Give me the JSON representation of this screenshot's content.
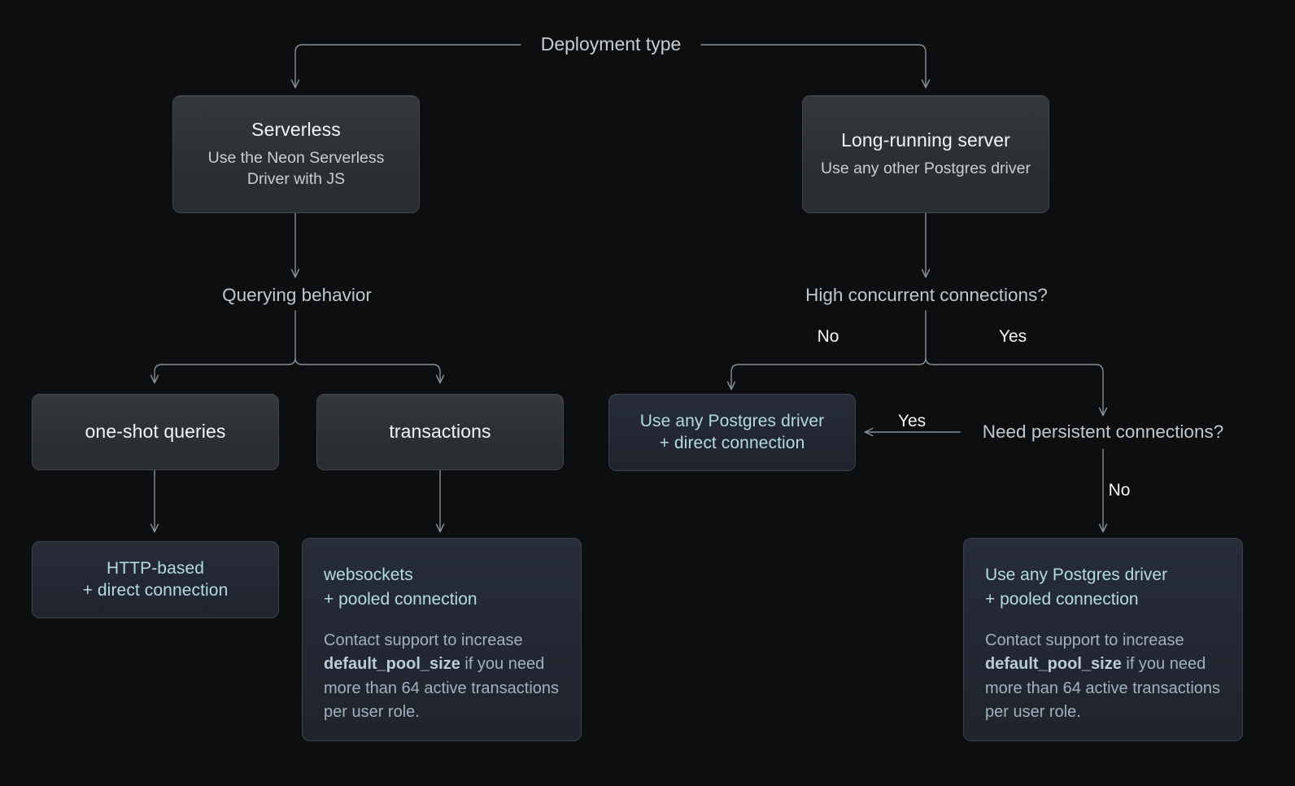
{
  "diagram": {
    "title": "Deployment type",
    "background": "#0d0e10",
    "wire_color": "#7e858c",
    "accent_teal": "#b2dbe3",
    "box_gray": "#2c2f34",
    "box_teal": "#222733"
  },
  "nodes": {
    "serverless": {
      "title": "Serverless",
      "sub": "Use the Neon Serverless Driver with JS"
    },
    "long_running": {
      "title": "Long-running server",
      "sub": "Use any other Postgres driver"
    },
    "one_shot": {
      "title": "one-shot queries"
    },
    "transactions": {
      "title": "transactions"
    },
    "http_direct": {
      "headline": "HTTP-based\n+ direct connection"
    },
    "websockets_pooled": {
      "headline": "websockets\n+ pooled connection",
      "note_prefix": "Contact support to increase ",
      "note_code": "default_pool_size",
      "note_suffix": " if you need more than 64 active transactions per user role."
    },
    "pg_direct": {
      "headline": "Use any Postgres driver\n+ direct connection"
    },
    "pg_pooled": {
      "headline": "Use any Postgres driver\n+ pooled connection",
      "note_prefix": "Contact support to increase ",
      "note_code": "default_pool_size",
      "note_suffix": " if you need more than 64 active transactions per user role."
    }
  },
  "decisions": {
    "querying_behavior": "Querying behavior",
    "high_concurrent": "High concurrent connections?",
    "need_persistent": "Need persistent connections?"
  },
  "edge_labels": {
    "concurrent_no": "No",
    "concurrent_yes": "Yes",
    "persistent_yes": "Yes",
    "persistent_no": "No"
  }
}
